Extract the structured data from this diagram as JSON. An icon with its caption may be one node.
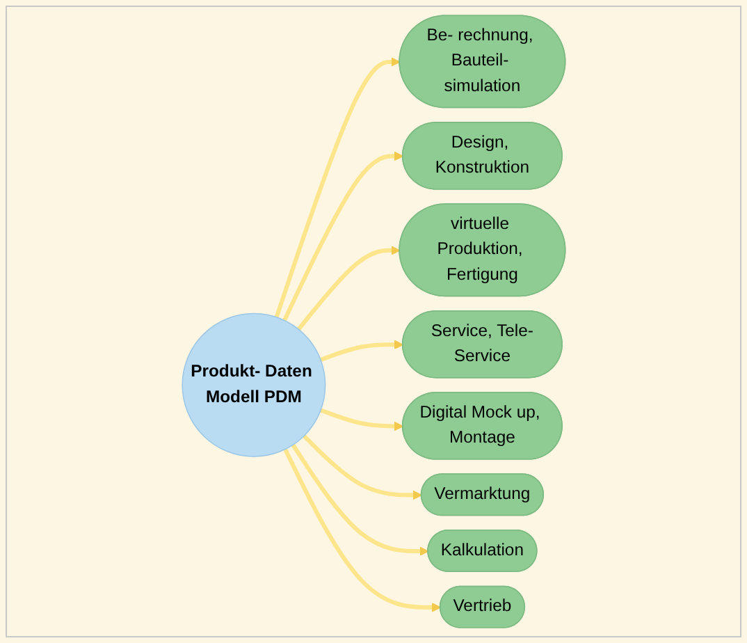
{
  "diagram": {
    "nodes": [
      {
        "text": [
          "Produkt- Daten Modell PDM"
        ]
      },
      {
        "text": [
          "Be- rechnung, Bauteil- simulation"
        ]
      },
      {
        "text": [
          "Design, Konstruktion"
        ]
      },
      {
        "text": [
          "virtuelle Produktion, Fertigung"
        ]
      },
      {
        "text": [
          "Service, Tele-Service"
        ]
      },
      {
        "text": [
          "Digital Mock up, Montage"
        ]
      },
      {
        "text": [
          "Vermarktung"
        ]
      },
      {
        "text": [
          "Kalkulation"
        ]
      },
      {
        "text": [
          "Vertrieb"
        ]
      }
    ],
    "edges": [
      {
        "from": 0,
        "to": 1,
        "arrow": "to"
      },
      {
        "from": 0,
        "to": 2,
        "arrow": "to"
      },
      {
        "from": 0,
        "to": 3,
        "arrow": "to"
      },
      {
        "from": 0,
        "to": 4,
        "arrow": "to"
      },
      {
        "from": 0,
        "to": 5,
        "arrow": "to"
      },
      {
        "from": 0,
        "to": 6,
        "arrow": "to"
      },
      {
        "from": 0,
        "to": 7,
        "arrow": "to"
      },
      {
        "from": 0,
        "to": 8,
        "arrow": "to"
      }
    ]
  }
}
